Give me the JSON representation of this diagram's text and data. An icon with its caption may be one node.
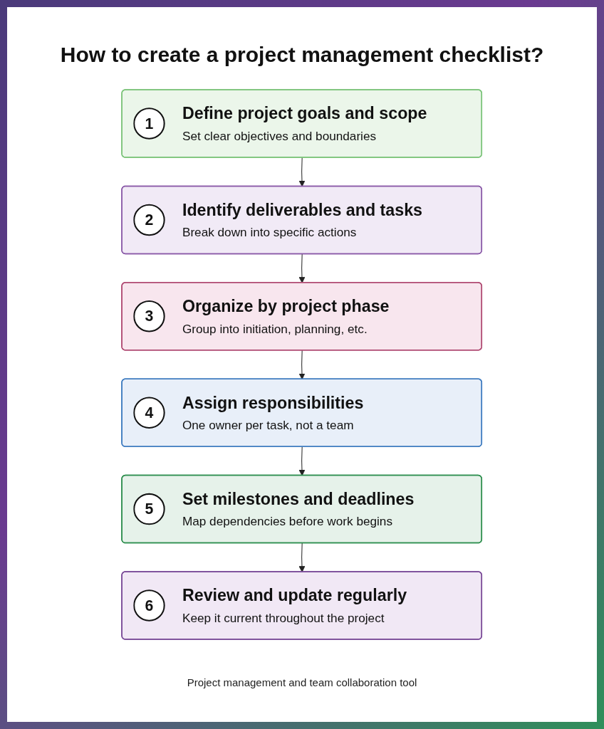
{
  "diagram": {
    "title": "How to create a project management checklist?",
    "nodes": [
      {
        "text": [
          "1",
          "Define project goals and scope",
          "Set clear objectives and boundaries"
        ]
      },
      {
        "text": [
          "2",
          "Identify deliverables and tasks",
          "Break down into specific actions"
        ]
      },
      {
        "text": [
          "3",
          "Organize by project phase",
          "Group into initiation, planning, etc."
        ]
      },
      {
        "text": [
          "4",
          "Assign responsibilities",
          "One owner per task, not a team"
        ]
      },
      {
        "text": [
          "5",
          "Set milestones and deadlines",
          "Map dependencies before work begins"
        ]
      },
      {
        "text": [
          "6",
          "Review and update regularly",
          "Keep it current throughout the project"
        ]
      }
    ],
    "edges": [
      {
        "from": 0,
        "to": 1,
        "arrow": "to"
      },
      {
        "from": 1,
        "to": 2,
        "arrow": "to"
      },
      {
        "from": 2,
        "to": 3,
        "arrow": "to"
      },
      {
        "from": 3,
        "to": 4,
        "arrow": "to"
      },
      {
        "from": 4,
        "to": 5,
        "arrow": "to"
      }
    ],
    "caption": "Project management and team collaboration tool"
  }
}
